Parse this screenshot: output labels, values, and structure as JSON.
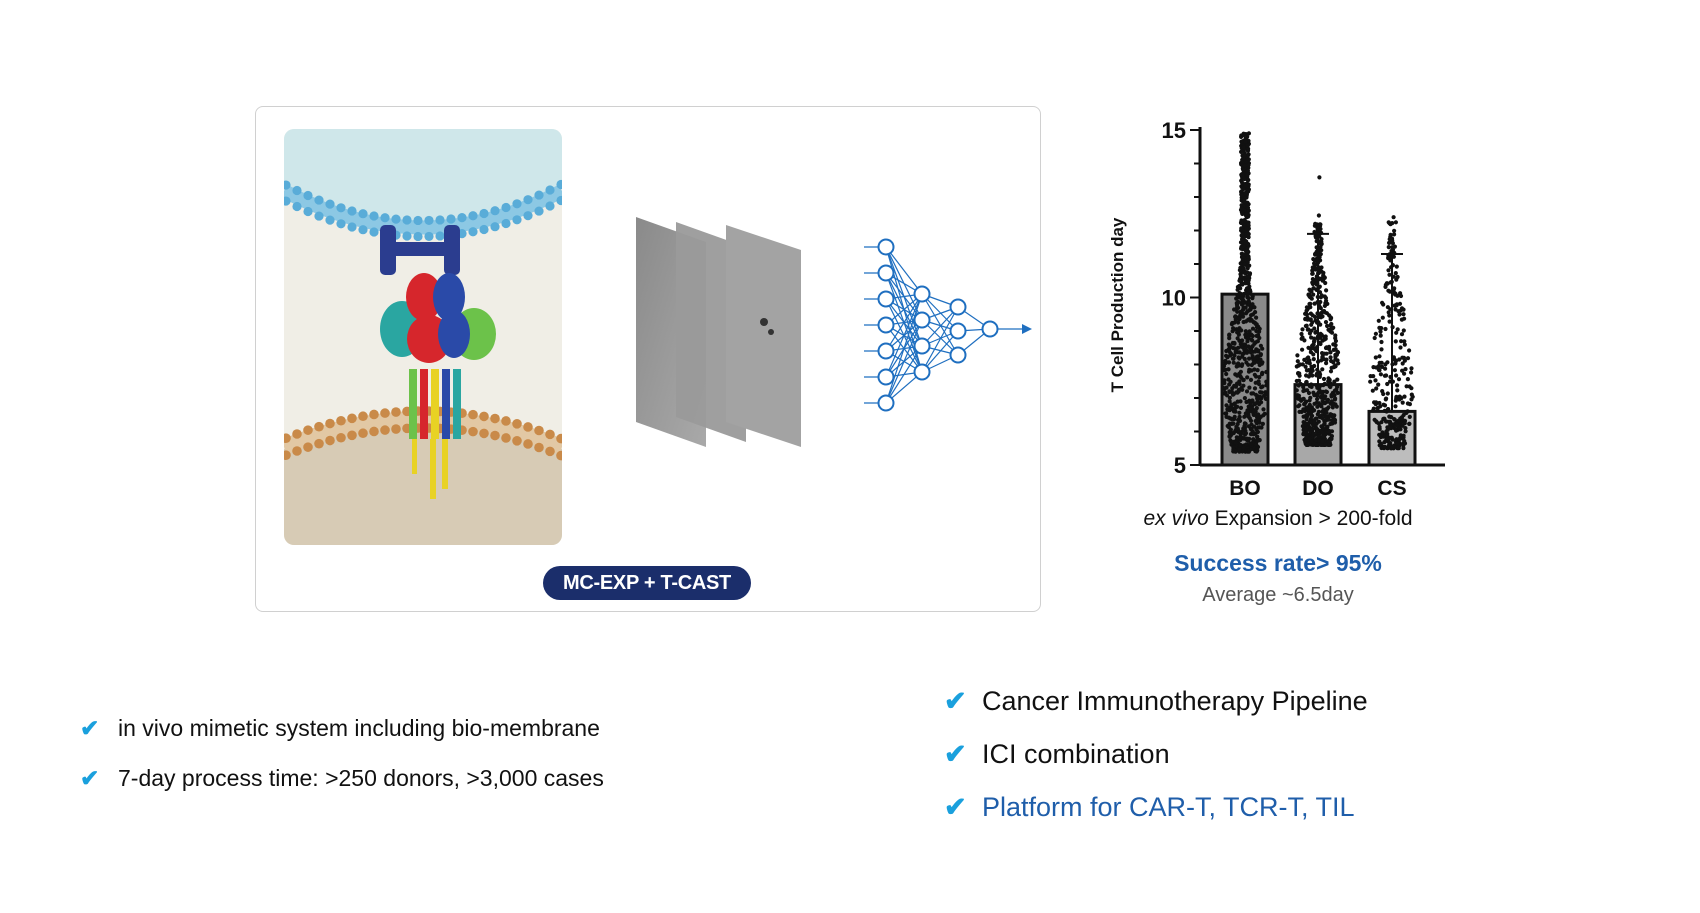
{
  "panel": {
    "badge_label": "MC-EXP + T-CAST"
  },
  "chart_data": {
    "type": "bar",
    "categories": [
      "BO",
      "DO",
      "CS"
    ],
    "values": [
      10.1,
      7.4,
      6.6
    ],
    "error_upper": [
      null,
      11.9,
      11.3
    ],
    "ylabel": "T Cell  Production day",
    "ylim": [
      5,
      15
    ],
    "yticks": [
      5,
      10,
      15
    ],
    "overlay": "individual data points (dot plot)",
    "colors": {
      "BO": "#8a8a8a",
      "DO": "#a8a8a8",
      "CS": "#bdbdbd"
    }
  },
  "chart_caption": {
    "italic": "ex vivo",
    "rest": " Expansion > 200-fold"
  },
  "success_rate": "Success rate> 95%",
  "average": "Average ~6.5day",
  "left_list": [
    "in vivo mimetic system including bio-membrane",
    "7-day process time: >250 donors, >3,000 cases"
  ],
  "right_list": [
    "Cancer Immunotherapy Pipeline",
    "ICI combination",
    "Platform for CAR-T, TCR-T, TIL"
  ],
  "check_icon": "✔",
  "accent_color": "#1f5eaa",
  "check_color": "#1aa0dd"
}
